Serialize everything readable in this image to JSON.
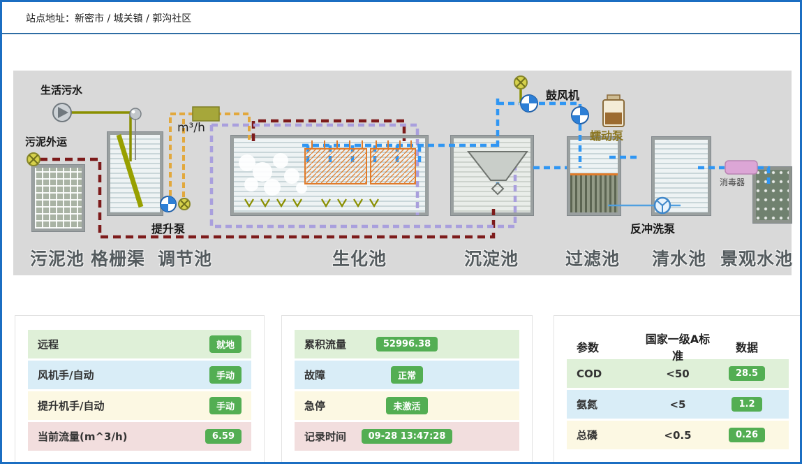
{
  "header": {
    "site_label": "站点地址：新密市 / 城关镇 / 郭沟社区"
  },
  "diagram": {
    "flow_unit": "m³/h",
    "inflow_label": "生活污水",
    "sludge_out_label": "污泥外运",
    "lift_pump_label": "提升泵",
    "blower_label": "鼓风机",
    "peristaltic_pump_label": "蠕动泵",
    "backwash_pump_label": "反冲洗泵",
    "disinfector_label": "消毒器",
    "tanks": [
      "污泥池",
      "格栅渠",
      "调节池",
      "生化池",
      "沉淀池",
      "过滤池",
      "清水池",
      "景观水池"
    ]
  },
  "panels": {
    "control": {
      "rows": [
        {
          "label": "远程",
          "value": "就地"
        },
        {
          "label": "风机手/自动",
          "value": "手动"
        },
        {
          "label": "提升机手/自动",
          "value": "手动"
        },
        {
          "label": "当前流量(m^3/h)",
          "value": "6.59"
        }
      ]
    },
    "status": {
      "rows": [
        {
          "label": "累积流量",
          "value": "52996.38"
        },
        {
          "label": "故障",
          "value": "正常"
        },
        {
          "label": "急停",
          "value": "未激活"
        },
        {
          "label": "记录时间",
          "value": "09-28 13:47:28"
        }
      ]
    },
    "quality": {
      "headers": [
        "参数",
        "国家一级A标准",
        "数据"
      ],
      "rows": [
        {
          "param": "COD",
          "standard": "<50",
          "value": "28.5"
        },
        {
          "param": "氨氮",
          "standard": "<5",
          "value": "1.2"
        },
        {
          "param": "总磷",
          "standard": "<0.5",
          "value": "0.26"
        }
      ]
    }
  },
  "colors": {
    "frame_blue": "#1b6ec2",
    "accent_blue": "#2e6da4",
    "badge_green": "#53ae53",
    "row_green": "#dff0d8",
    "row_blue": "#d9edf7",
    "row_yellow": "#fcf8e3",
    "row_pink": "#f2dede",
    "diagram_bg": "#d9d9d9"
  }
}
